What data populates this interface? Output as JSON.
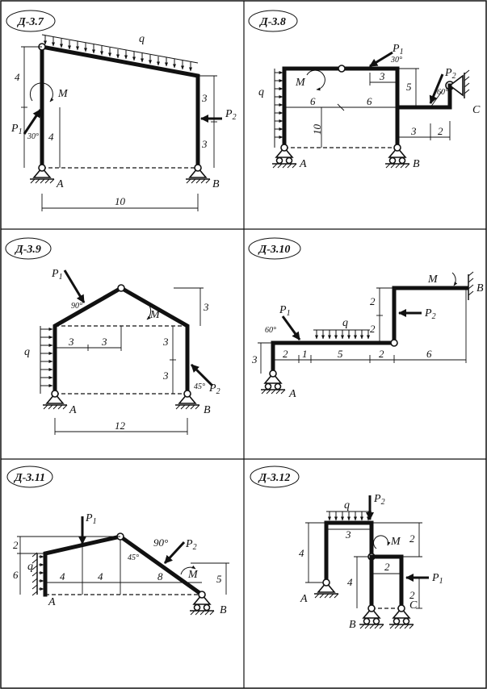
{
  "problems": [
    {
      "id": "Д-3.7",
      "labels": {
        "q": "q",
        "m": "M",
        "p1": "P",
        "p1_sub": "1",
        "p2": "P",
        "p2_sub": "2",
        "a": "A",
        "b": "B",
        "angle": "30°"
      },
      "dims": {
        "left_top": "4",
        "left_bot": "4",
        "right_top": "3",
        "right_bot": "3",
        "span": "10"
      }
    },
    {
      "id": "Д-3.8",
      "labels": {
        "q": "q",
        "m": "M",
        "p1": "P",
        "p1_sub": "1",
        "p2": "P",
        "p2_sub": "2",
        "a": "A",
        "b": "B",
        "c": "C",
        "angle1": "30°",
        "angle2": "60°"
      },
      "dims": {
        "span_left": "6",
        "span_right": "6",
        "height": "10",
        "d_p1": "3",
        "d_right": "5",
        "d_c1": "3",
        "d_c2": "2"
      }
    },
    {
      "id": "Д-3.9",
      "labels": {
        "q": "q",
        "m": "M",
        "p1": "P",
        "p1_sub": "1",
        "p2": "P",
        "p2_sub": "2",
        "a": "A",
        "b": "B",
        "angle1": "90°",
        "angle2": "45°"
      },
      "dims": {
        "d1": "3",
        "d2": "3",
        "top": "3",
        "r1": "3",
        "r2": "3",
        "span": "12"
      }
    },
    {
      "id": "Д-3.10",
      "labels": {
        "q": "q",
        "m": "M",
        "p1": "P",
        "p1_sub": "1",
        "p2": "P",
        "p2_sub": "2",
        "a": "A",
        "b": "B",
        "angle": "60°"
      },
      "dims": {
        "h_left": "3",
        "d1": "2",
        "d2": "1",
        "d3": "5",
        "d4": "2",
        "d5": "6",
        "v1": "2",
        "v2": "2"
      }
    },
    {
      "id": "Д-3.11",
      "labels": {
        "q": "q",
        "m": "M",
        "p1": "P",
        "p1_sub": "1",
        "p2": "P",
        "p2_sub": "2",
        "a": "A",
        "b": "B",
        "angle1": "45°",
        "angle2": "90°"
      },
      "dims": {
        "top": "2",
        "left": "6",
        "d1": "4",
        "d2": "4",
        "d3": "8",
        "right": "5"
      }
    },
    {
      "id": "Д-3.12",
      "labels": {
        "q": "q",
        "m": "M",
        "p1": "P",
        "p1_sub": "1",
        "p2": "P",
        "p2_sub": "2",
        "a": "A",
        "b": "B",
        "c": "C"
      },
      "dims": {
        "left": "4",
        "top": "3",
        "r_top": "2",
        "mid": "2",
        "low": "4",
        "r_low": "2"
      }
    }
  ]
}
